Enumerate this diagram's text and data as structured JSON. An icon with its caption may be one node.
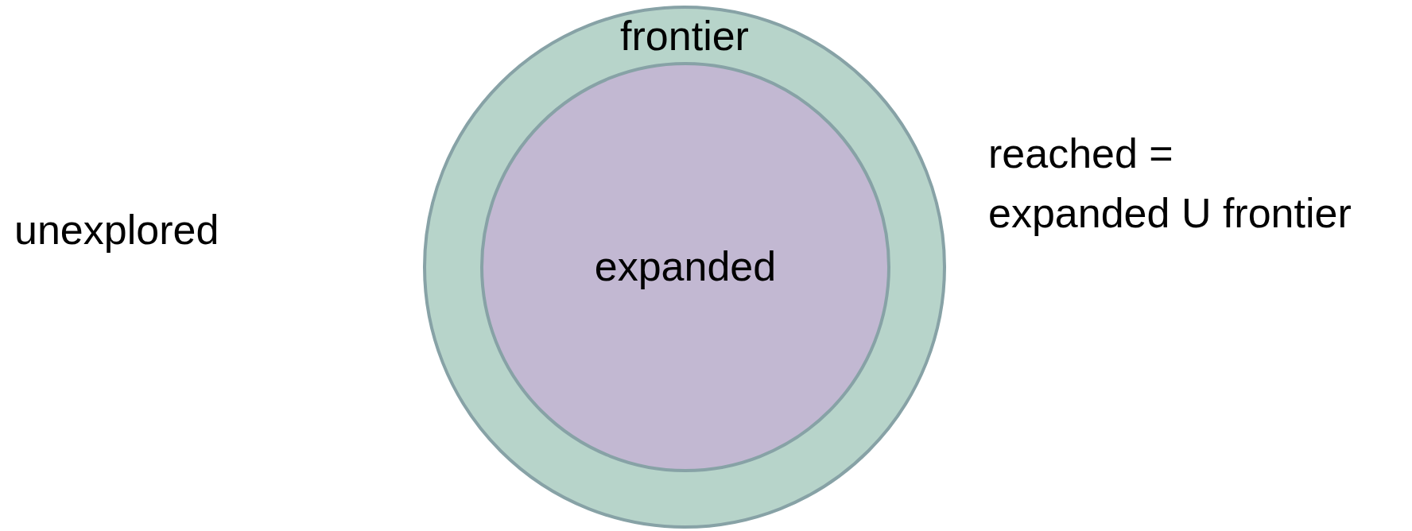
{
  "diagram": {
    "nodes": [
      {
        "text": [
          "frontier"
        ]
      },
      {
        "text": [
          "expanded"
        ],
        "in": 0
      }
    ],
    "labels": [
      "unexplored",
      "reached = expanded U frontier"
    ]
  }
}
